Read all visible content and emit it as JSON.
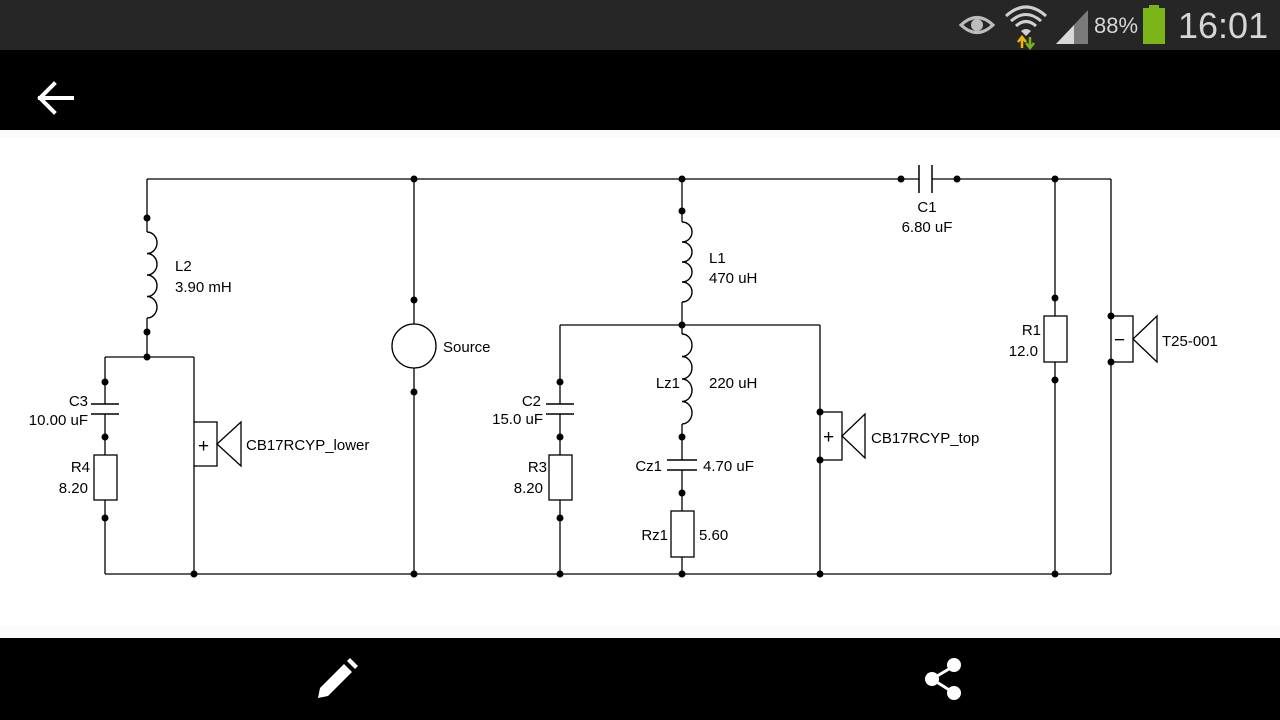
{
  "status_bar": {
    "battery_percent": "88%",
    "time": "16:01",
    "icons": [
      "eye-icon",
      "wifi-icon",
      "signal-icon",
      "battery-icon"
    ],
    "battery_color": "#7cb518"
  },
  "toolbar": {
    "back_icon": "arrow-left-icon"
  },
  "schematic": {
    "components": {
      "L2": {
        "name": "L2",
        "value": "3.90 mH"
      },
      "C3": {
        "name": "C3",
        "value": "10.00 uF"
      },
      "R4": {
        "name": "R4",
        "value": "8.20"
      },
      "driver_lower": {
        "name": "CB17RCYP_lower",
        "polarity": "+"
      },
      "source": {
        "name": "Source"
      },
      "L1": {
        "name": "L1",
        "value": "470 uH"
      },
      "C2": {
        "name": "C2",
        "value": "15.0 uF"
      },
      "R3": {
        "name": "R3",
        "value": "8.20"
      },
      "Lz1": {
        "name": "Lz1",
        "value": "220 uH"
      },
      "Cz1": {
        "name": "Cz1",
        "value": "4.70 uF"
      },
      "Rz1": {
        "name": "Rz1",
        "value": "5.60"
      },
      "driver_top": {
        "name": "CB17RCYP_top",
        "polarity": "+"
      },
      "C1": {
        "name": "C1",
        "value": "6.80 uF"
      },
      "R1": {
        "name": "R1",
        "value": "12.0"
      },
      "tweeter": {
        "name": "T25-001",
        "polarity": "−"
      }
    }
  },
  "bottom_bar": {
    "edit_icon": "pencil-icon",
    "share_icon": "share-icon"
  }
}
